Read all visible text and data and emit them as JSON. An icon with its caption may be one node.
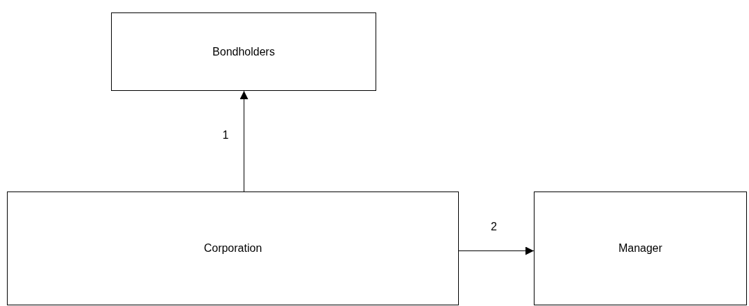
{
  "diagram": {
    "nodes": [
      {
        "text": [
          "Bondholders"
        ]
      },
      {
        "text": [
          "Corporation"
        ]
      },
      {
        "text": [
          "Manager"
        ]
      }
    ],
    "edges": [
      {
        "from": 1,
        "to": 0,
        "arrow": "to",
        "label": "1"
      },
      {
        "from": 1,
        "to": 2,
        "arrow": "to",
        "label": "2"
      }
    ]
  }
}
